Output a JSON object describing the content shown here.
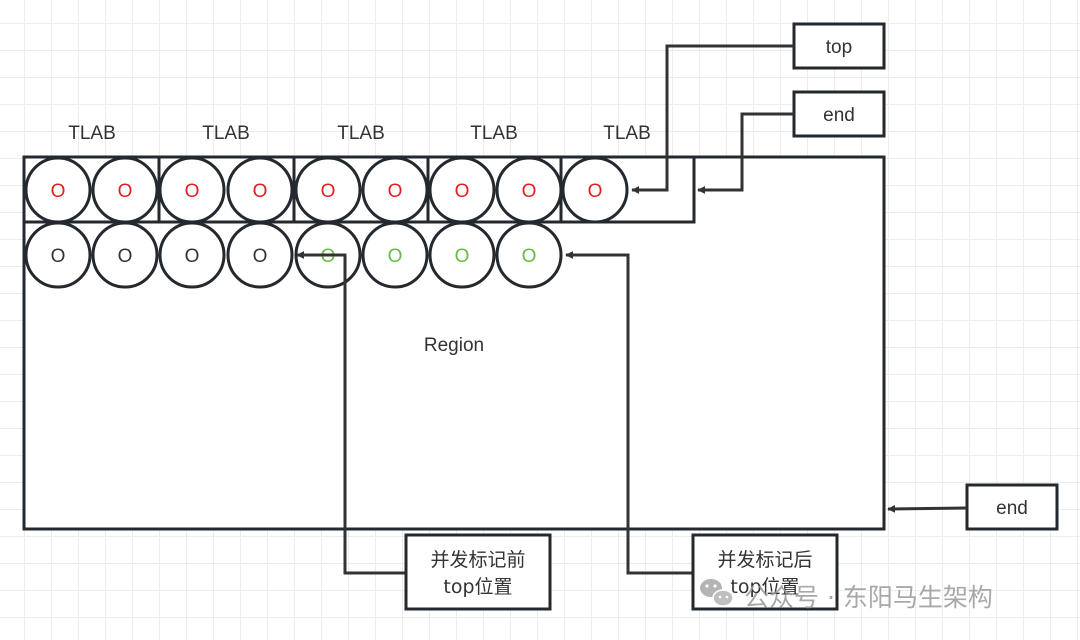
{
  "diagram": {
    "region_label": "Region",
    "tlab_labels": [
      "TLAB",
      "TLAB",
      "TLAB",
      "TLAB",
      "TLAB"
    ],
    "tlab_objects": [
      {
        "tlab": 0,
        "objects": [
          "O",
          "O"
        ]
      },
      {
        "tlab": 1,
        "objects": [
          "O",
          "O"
        ]
      },
      {
        "tlab": 2,
        "objects": [
          "O",
          "O"
        ]
      },
      {
        "tlab": 3,
        "objects": [
          "O",
          "O"
        ]
      },
      {
        "tlab": 4,
        "objects": [
          "O"
        ]
      }
    ],
    "row1_objects": [
      "O",
      "O",
      "O",
      "O",
      "O",
      "O",
      "O",
      "O",
      "O"
    ],
    "row2_objects": [
      {
        "label": "O",
        "state": "before_mark"
      },
      {
        "label": "O",
        "state": "before_mark"
      },
      {
        "label": "O",
        "state": "before_mark"
      },
      {
        "label": "O",
        "state": "before_mark"
      },
      {
        "label": "O",
        "state": "after_mark"
      },
      {
        "label": "O",
        "state": "after_mark"
      },
      {
        "label": "O",
        "state": "after_mark"
      },
      {
        "label": "O",
        "state": "after_mark"
      }
    ],
    "callouts": {
      "tlab_top": "top",
      "tlab_end": "end",
      "region_end": "end",
      "top_before_line1": "并发标记前",
      "top_before_line2": "top位置",
      "top_after_line1": "并发标记后",
      "top_after_line2": "top位置"
    },
    "colors": {
      "tlab_object": "#e02020",
      "old_object": "#333333",
      "new_object": "#66bb44",
      "stroke": "#23292e"
    }
  },
  "watermark": {
    "icon": "wechat-icon",
    "text": "公众号 · 东阳马生架构"
  }
}
